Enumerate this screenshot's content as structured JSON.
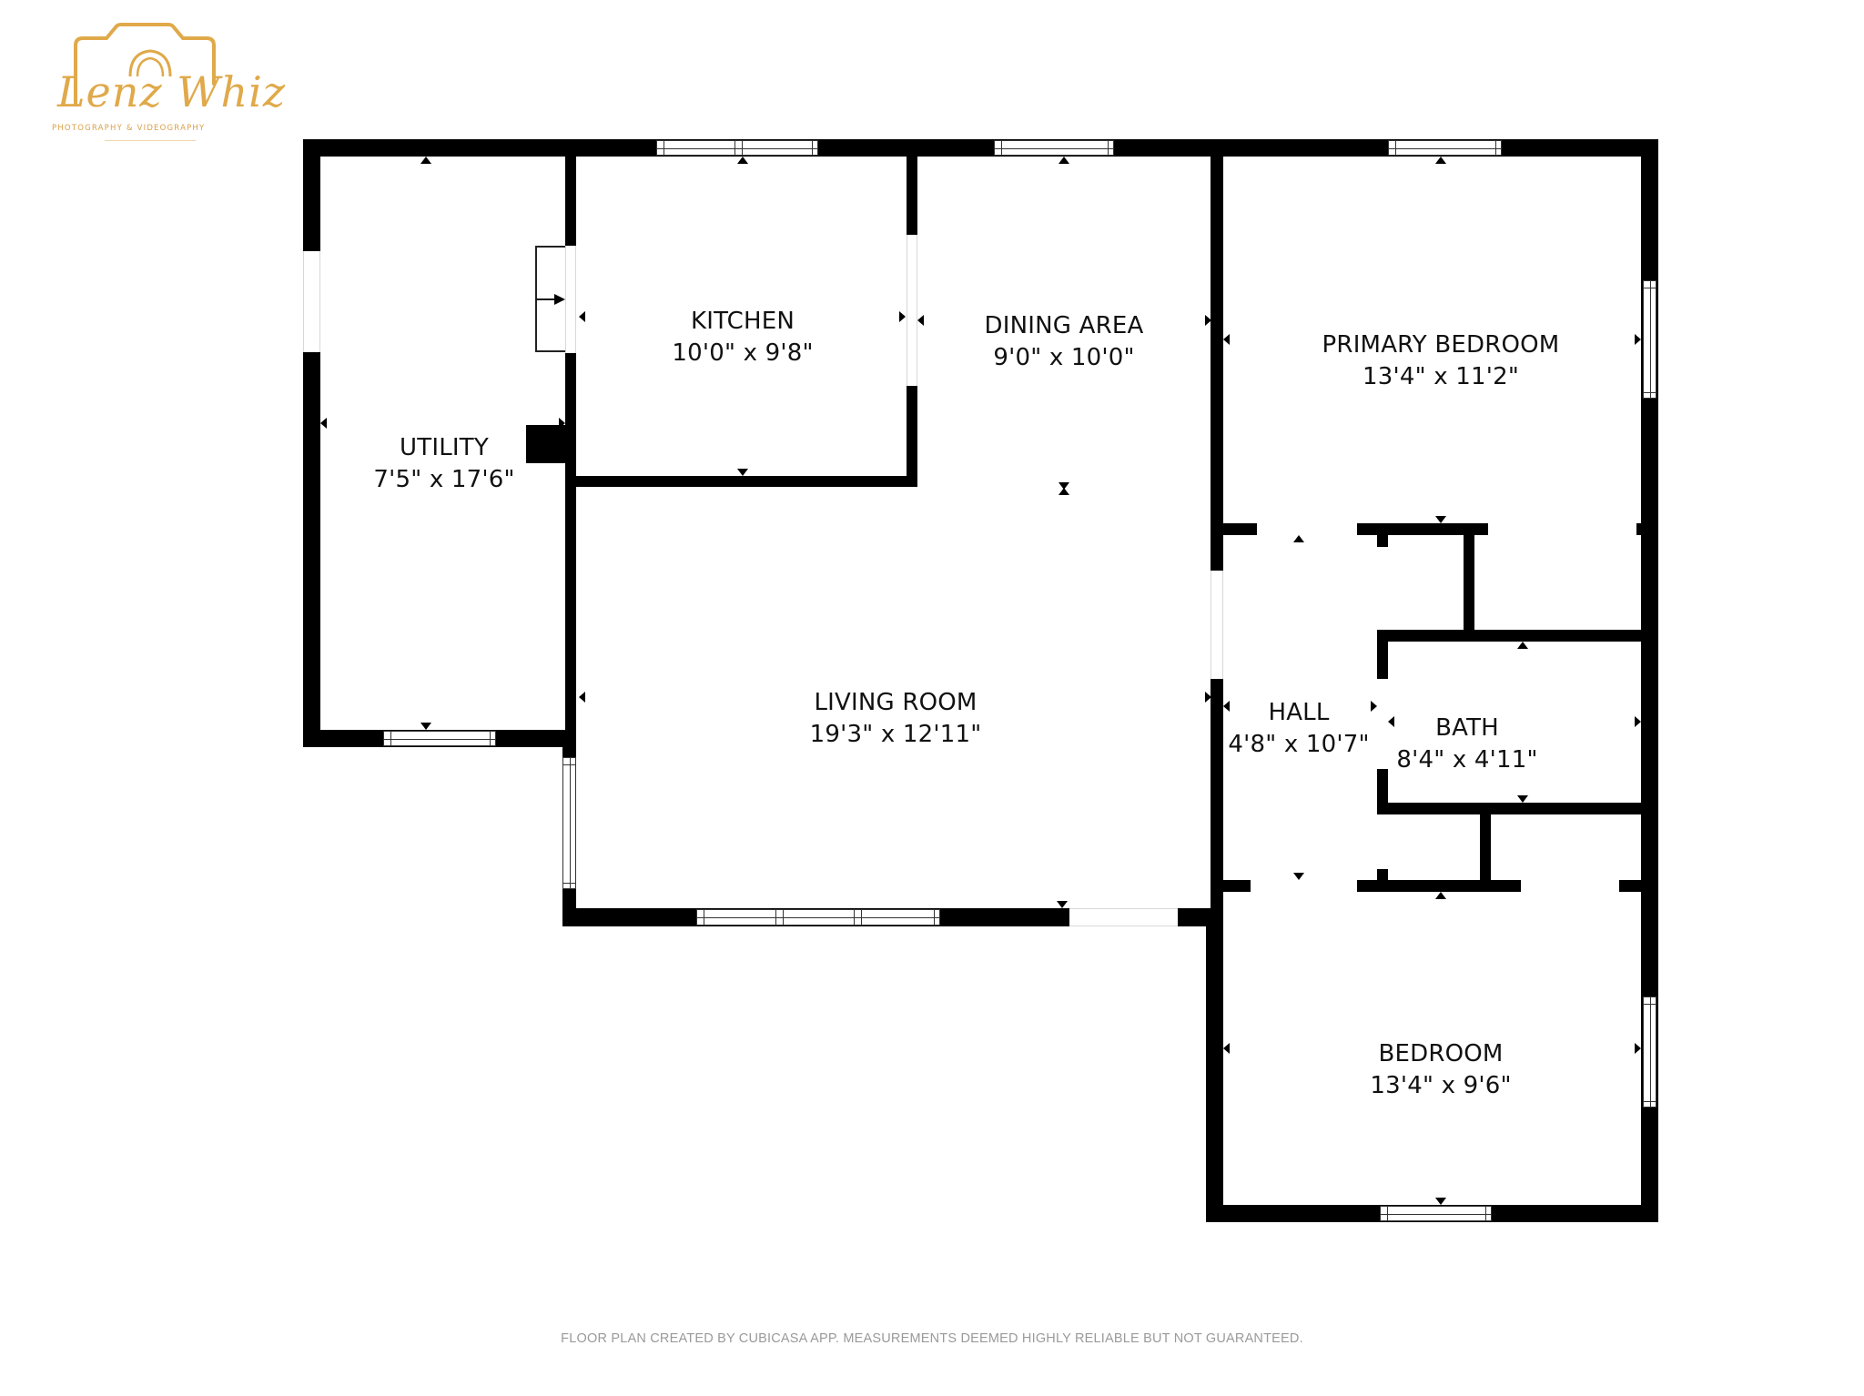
{
  "logo": {
    "brand": "Lenz Whiz",
    "tagline": "PHOTOGRAPHY & VIDEOGRAPHY",
    "icon": "camera-outline-icon",
    "color": "#e0a94a"
  },
  "rooms": [
    {
      "id": "utility",
      "name": "UTILITY",
      "dims": "7'5\" x 17'6\""
    },
    {
      "id": "kitchen",
      "name": "KITCHEN",
      "dims": "10'0\" x 9'8\""
    },
    {
      "id": "dining",
      "name": "DINING AREA",
      "dims": "9'0\" x 10'0\""
    },
    {
      "id": "primary-bedroom",
      "name": "PRIMARY BEDROOM",
      "dims": "13'4\" x 11'2\""
    },
    {
      "id": "living",
      "name": "LIVING ROOM",
      "dims": "19'3\" x 12'11\""
    },
    {
      "id": "hall",
      "name": "HALL",
      "dims": "4'8\" x 10'7\""
    },
    {
      "id": "bath",
      "name": "BATH",
      "dims": "8'4\" x 4'11\""
    },
    {
      "id": "bedroom",
      "name": "BEDROOM",
      "dims": "13'4\" x 9'6\""
    }
  ],
  "colors": {
    "wall": "#000000",
    "background": "#ffffff",
    "text": "#111111",
    "footer_text": "#9a9a9a"
  },
  "footer": {
    "disclaimer": "FLOOR PLAN CREATED BY CUBICASA APP. MEASUREMENTS DEEMED HIGHLY RELIABLE BUT NOT GUARANTEED."
  }
}
